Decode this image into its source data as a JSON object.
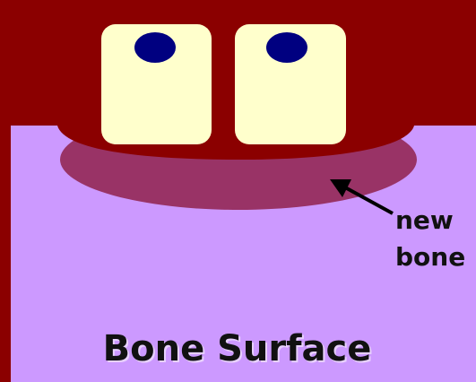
{
  "labels": {
    "new_bone_line1": "new",
    "new_bone_line2": "bone",
    "surface": "Bone Surface"
  },
  "colors": {
    "tissue": "#8b0000",
    "left_edge": "#6d0000",
    "bone": "#cc99ff",
    "new_bone": "#993366",
    "cell_body": "#ffffcc",
    "nucleus": "#000080",
    "arrow": "#000000"
  },
  "icons": {
    "cell": "osteoblast-cell",
    "arrow": "pointer-arrow"
  }
}
